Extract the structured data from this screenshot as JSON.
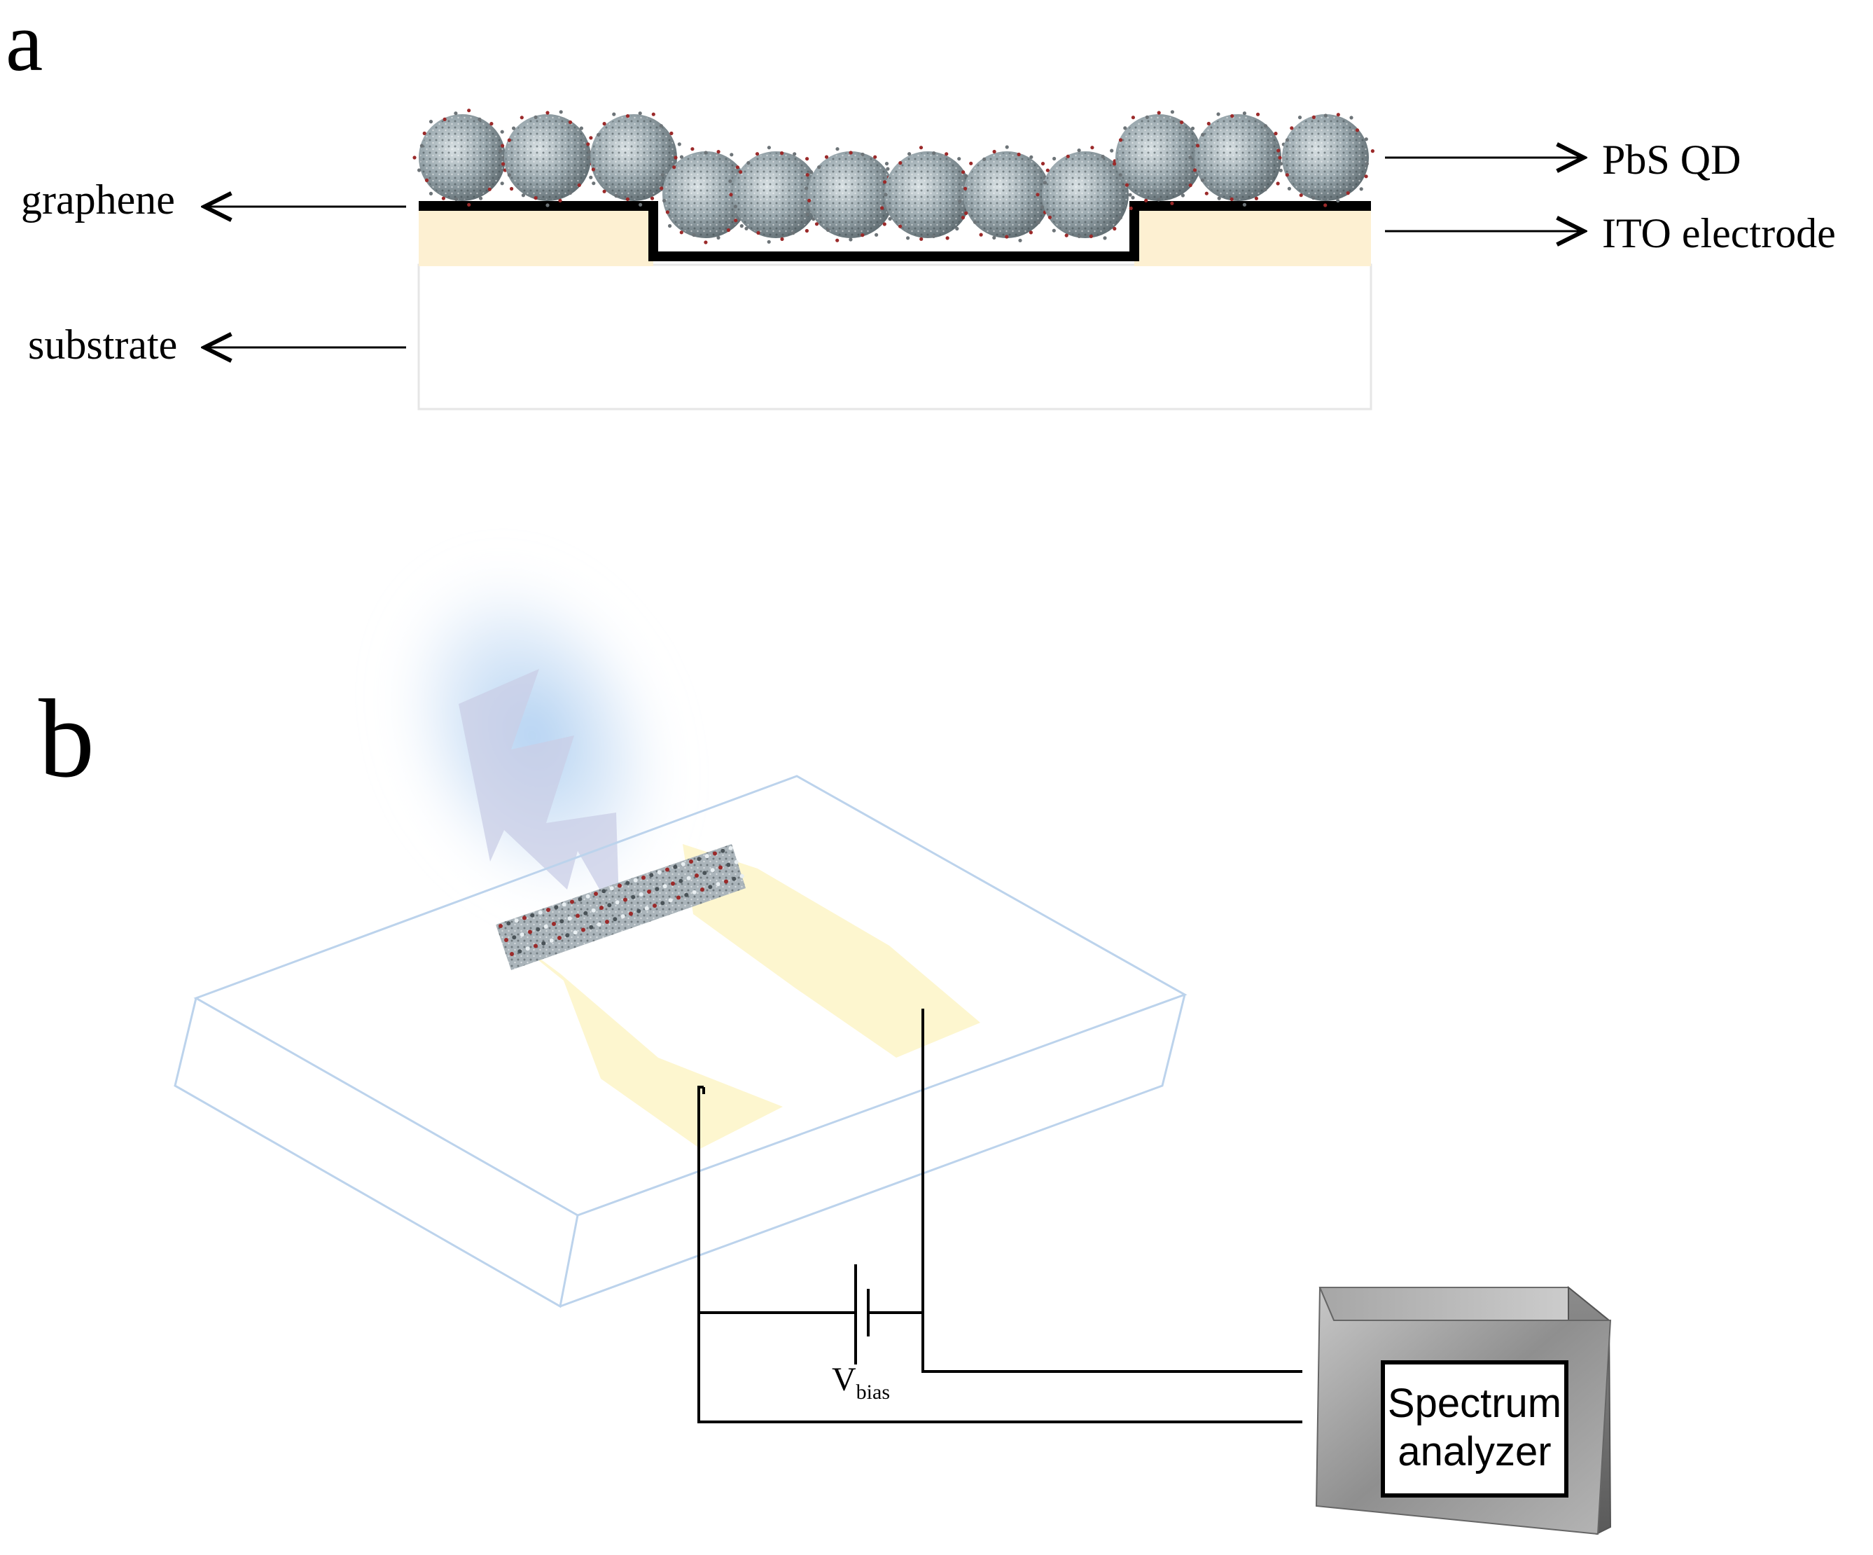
{
  "panel_a": {
    "letter": "a",
    "labels": {
      "graphene": "graphene",
      "substrate": "substrate",
      "qd": "PbS QD",
      "electrode": "ITO electrode"
    },
    "colors": {
      "electrode": "#fdf0d2",
      "graphene": "#000000",
      "substrate_border": "#e6e6e6"
    },
    "qd_count": 12
  },
  "panel_b": {
    "letter": "b",
    "bias_label": "V",
    "bias_subscript": "bias",
    "analyzer_line1": "Spectrum",
    "analyzer_line2": "analyzer",
    "colors": {
      "substrate_edge": "#bcd3ec",
      "electrode": "#fdf6cf",
      "light": "#9cc4ee",
      "bolt": "#c9cde6"
    }
  }
}
